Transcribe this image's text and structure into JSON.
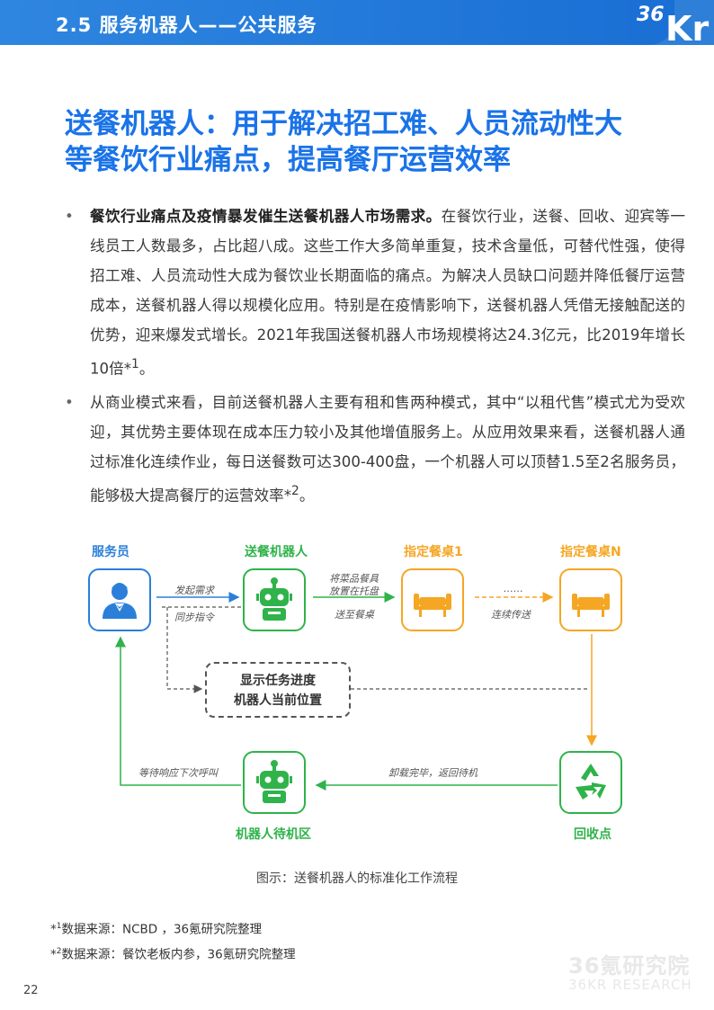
{
  "header": {
    "section_title": "2.5 服务机器人——公共服务",
    "logo_num": "36",
    "logo_kr": "Kr"
  },
  "headline": {
    "line1": "送餐机器人：用于解决招工难、人员流动性大",
    "line2": "等餐饮行业痛点，提高餐厅运营效率"
  },
  "bullets": [
    {
      "bold": "餐饮行业痛点及疫情暴发催生送餐机器人市场需求。",
      "text": "在餐饮行业，送餐、回收、迎宾等一线员工人数最多，占比超八成。这些工作大多简单重复，技术含量低，可替代性强，使得招工难、人员流动性大成为餐饮业长期面临的痛点。为解决人员缺口问题并降低餐厅运营成本，送餐机器人得以规模化应用。特别是在疫情影响下，送餐机器人凭借无接触配送的优势，迎来爆发式增长。2021年我国送餐机器人市场规模将达24.3亿元，比2019年增长10倍*",
      "sup": "1",
      "end": "。"
    },
    {
      "bold": "",
      "text": "从商业模式来看，目前送餐机器人主要有租和售两种模式，其中“以租代售”模式尤为受欢迎，其优势主要体现在成本压力较小及其他增值服务上。从应用效果来看，送餐机器人通过标准化连续作业，每日送餐数可达300-400盘，一个机器人可以顶替1.5至2名服务员，能够极大提高餐厅的运营效率*",
      "sup": "2",
      "end": "。"
    }
  ],
  "flow": {
    "nodes": {
      "waiter": "服务员",
      "robot": "送餐机器人",
      "table1": "指定餐桌1",
      "tableN": "指定餐桌N",
      "standby": "机器人待机区",
      "recycle": "回收点"
    },
    "edges": {
      "request": "发起需求",
      "sync": "同步指令",
      "place1": "将菜品餐具",
      "place2": "放置在托盘",
      "deliver": "送至餐桌",
      "dots": "……",
      "continuous": "连续传送",
      "unload": "卸载完毕，返回待机",
      "wait": "等待响应下次呼叫"
    },
    "status_line1": "显示任务进度",
    "status_line2": "机器人当前位置",
    "colors": {
      "blue": "#2b7fd8",
      "green": "#2fb34a",
      "orange": "#f5a623"
    }
  },
  "caption": "图示：送餐机器人的标准化工作流程",
  "footnotes": [
    {
      "sup": "1",
      "text": "数据来源：NCBD ，36氪研究院整理"
    },
    {
      "sup": "2",
      "text": "数据来源：餐饮老板内参，36氪研究院整理"
    }
  ],
  "watermark": {
    "cn": "36氪研究院",
    "en": "36KR RESEARCH"
  },
  "page_number": "22"
}
